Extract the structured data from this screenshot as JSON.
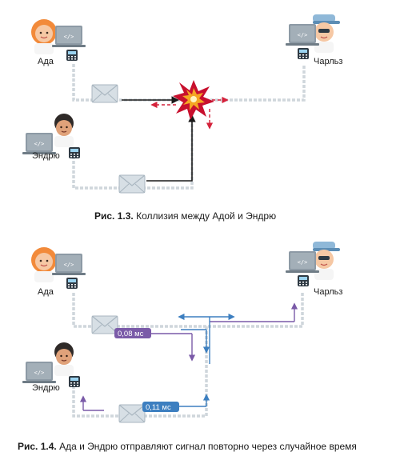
{
  "figure1": {
    "labels": {
      "ada": "Ада",
      "charles": "Чарльз",
      "andrew": "Эндрю"
    },
    "caption_num": "Рис. 1.3.",
    "caption_text": " Коллизия между Адой и Эндрю"
  },
  "figure2": {
    "labels": {
      "ada": "Ада",
      "charles": "Чарльз",
      "andrew": "Эндрю"
    },
    "tag_ada": "0,08 мс",
    "tag_andrew": "0,11 мс",
    "caption_num": "Рис. 1.4.",
    "caption_text": " Ада и Эндрю отправляют сигнал повторно через случайное время"
  },
  "colors": {
    "chain": "#cfd6dc",
    "black_arrow": "#1a1a1a",
    "red_arrow": "#d4223b",
    "purple": "#7a5aa8",
    "blue": "#3d7fc0",
    "skin": "#f6c8a4",
    "ada_hair": "#f28a3a",
    "laptop": "#8d9aa5"
  }
}
